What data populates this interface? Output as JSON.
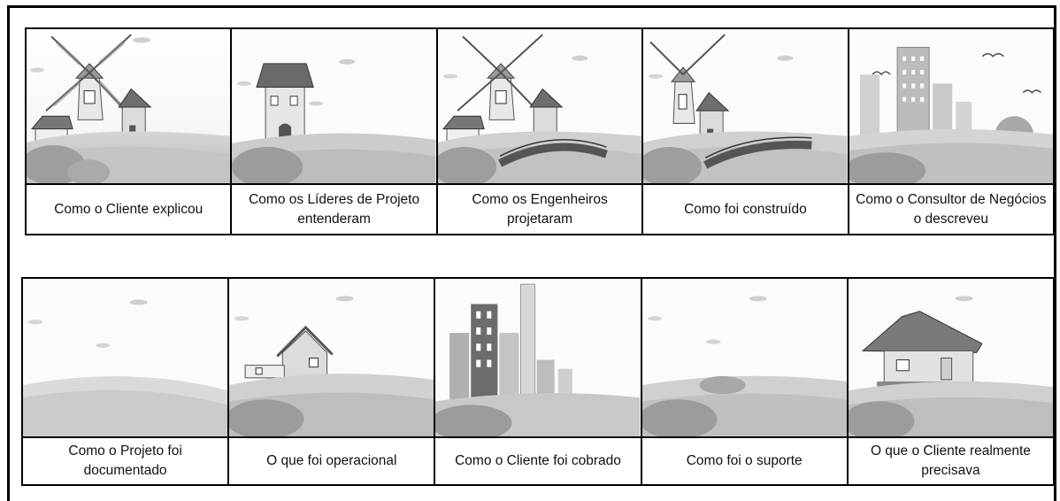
{
  "panels_top": [
    {
      "caption": "Como o Cliente explicou",
      "scene": "windmill-house"
    },
    {
      "caption": "Como os Líderes de Projeto entenderam",
      "scene": "tower"
    },
    {
      "caption": "Como os Engenheiros projetaram",
      "scene": "windmill-house-bridge"
    },
    {
      "caption": "Como foi construído",
      "scene": "windmill-bridge"
    },
    {
      "caption": "Como o Consultor de Negócios o descreveu",
      "scene": "city-sunset"
    }
  ],
  "panels_bottom": [
    {
      "caption": "Como o Projeto foi documentado",
      "scene": "empty-hills"
    },
    {
      "caption": "O que foi operacional",
      "scene": "small-house"
    },
    {
      "caption": "Como o Cliente foi cobrado",
      "scene": "city"
    },
    {
      "caption": "Como foi o suporte",
      "scene": "empty-bushes"
    },
    {
      "caption": "O que o Cliente realmente precisava",
      "scene": "house"
    }
  ]
}
